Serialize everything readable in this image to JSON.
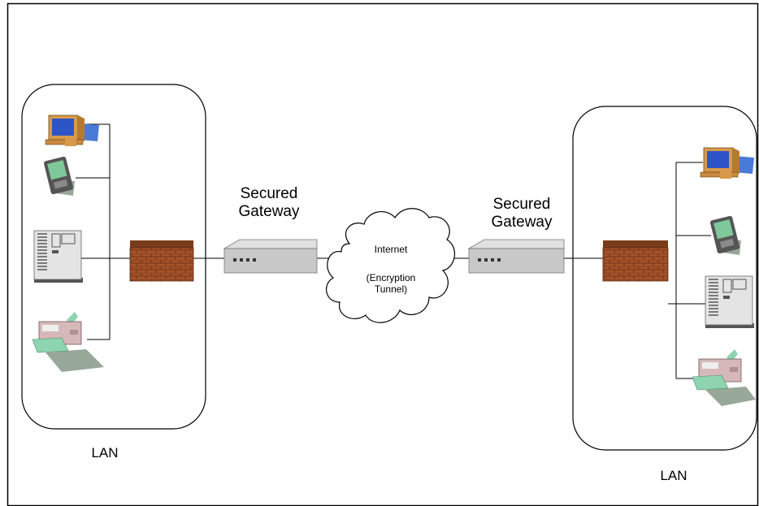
{
  "left_gateway": {
    "line1": "Secured",
    "line2": "Gateway"
  },
  "right_gateway": {
    "line1": "Secured",
    "line2": "Gateway"
  },
  "cloud": {
    "line1": "Internet",
    "line2": "(Encryption",
    "line3": "Tunnel)"
  },
  "left_lan_label": "LAN",
  "right_lan_label": "LAN",
  "icons": [
    "computer-icon",
    "pda-icon",
    "server-icon",
    "printer-icon",
    "firewall-icon",
    "gateway-device-icon",
    "cloud-icon"
  ],
  "colors": {
    "firewall_brick": "#a0522d",
    "firewall_top": "#7a3b1a",
    "gateway_body": "#c8c8c8",
    "monitor_screen": "#2e55c8",
    "monitor_body": "#d89a4a",
    "printer_tray": "#8fd4b0",
    "shadow": "#98a898"
  }
}
